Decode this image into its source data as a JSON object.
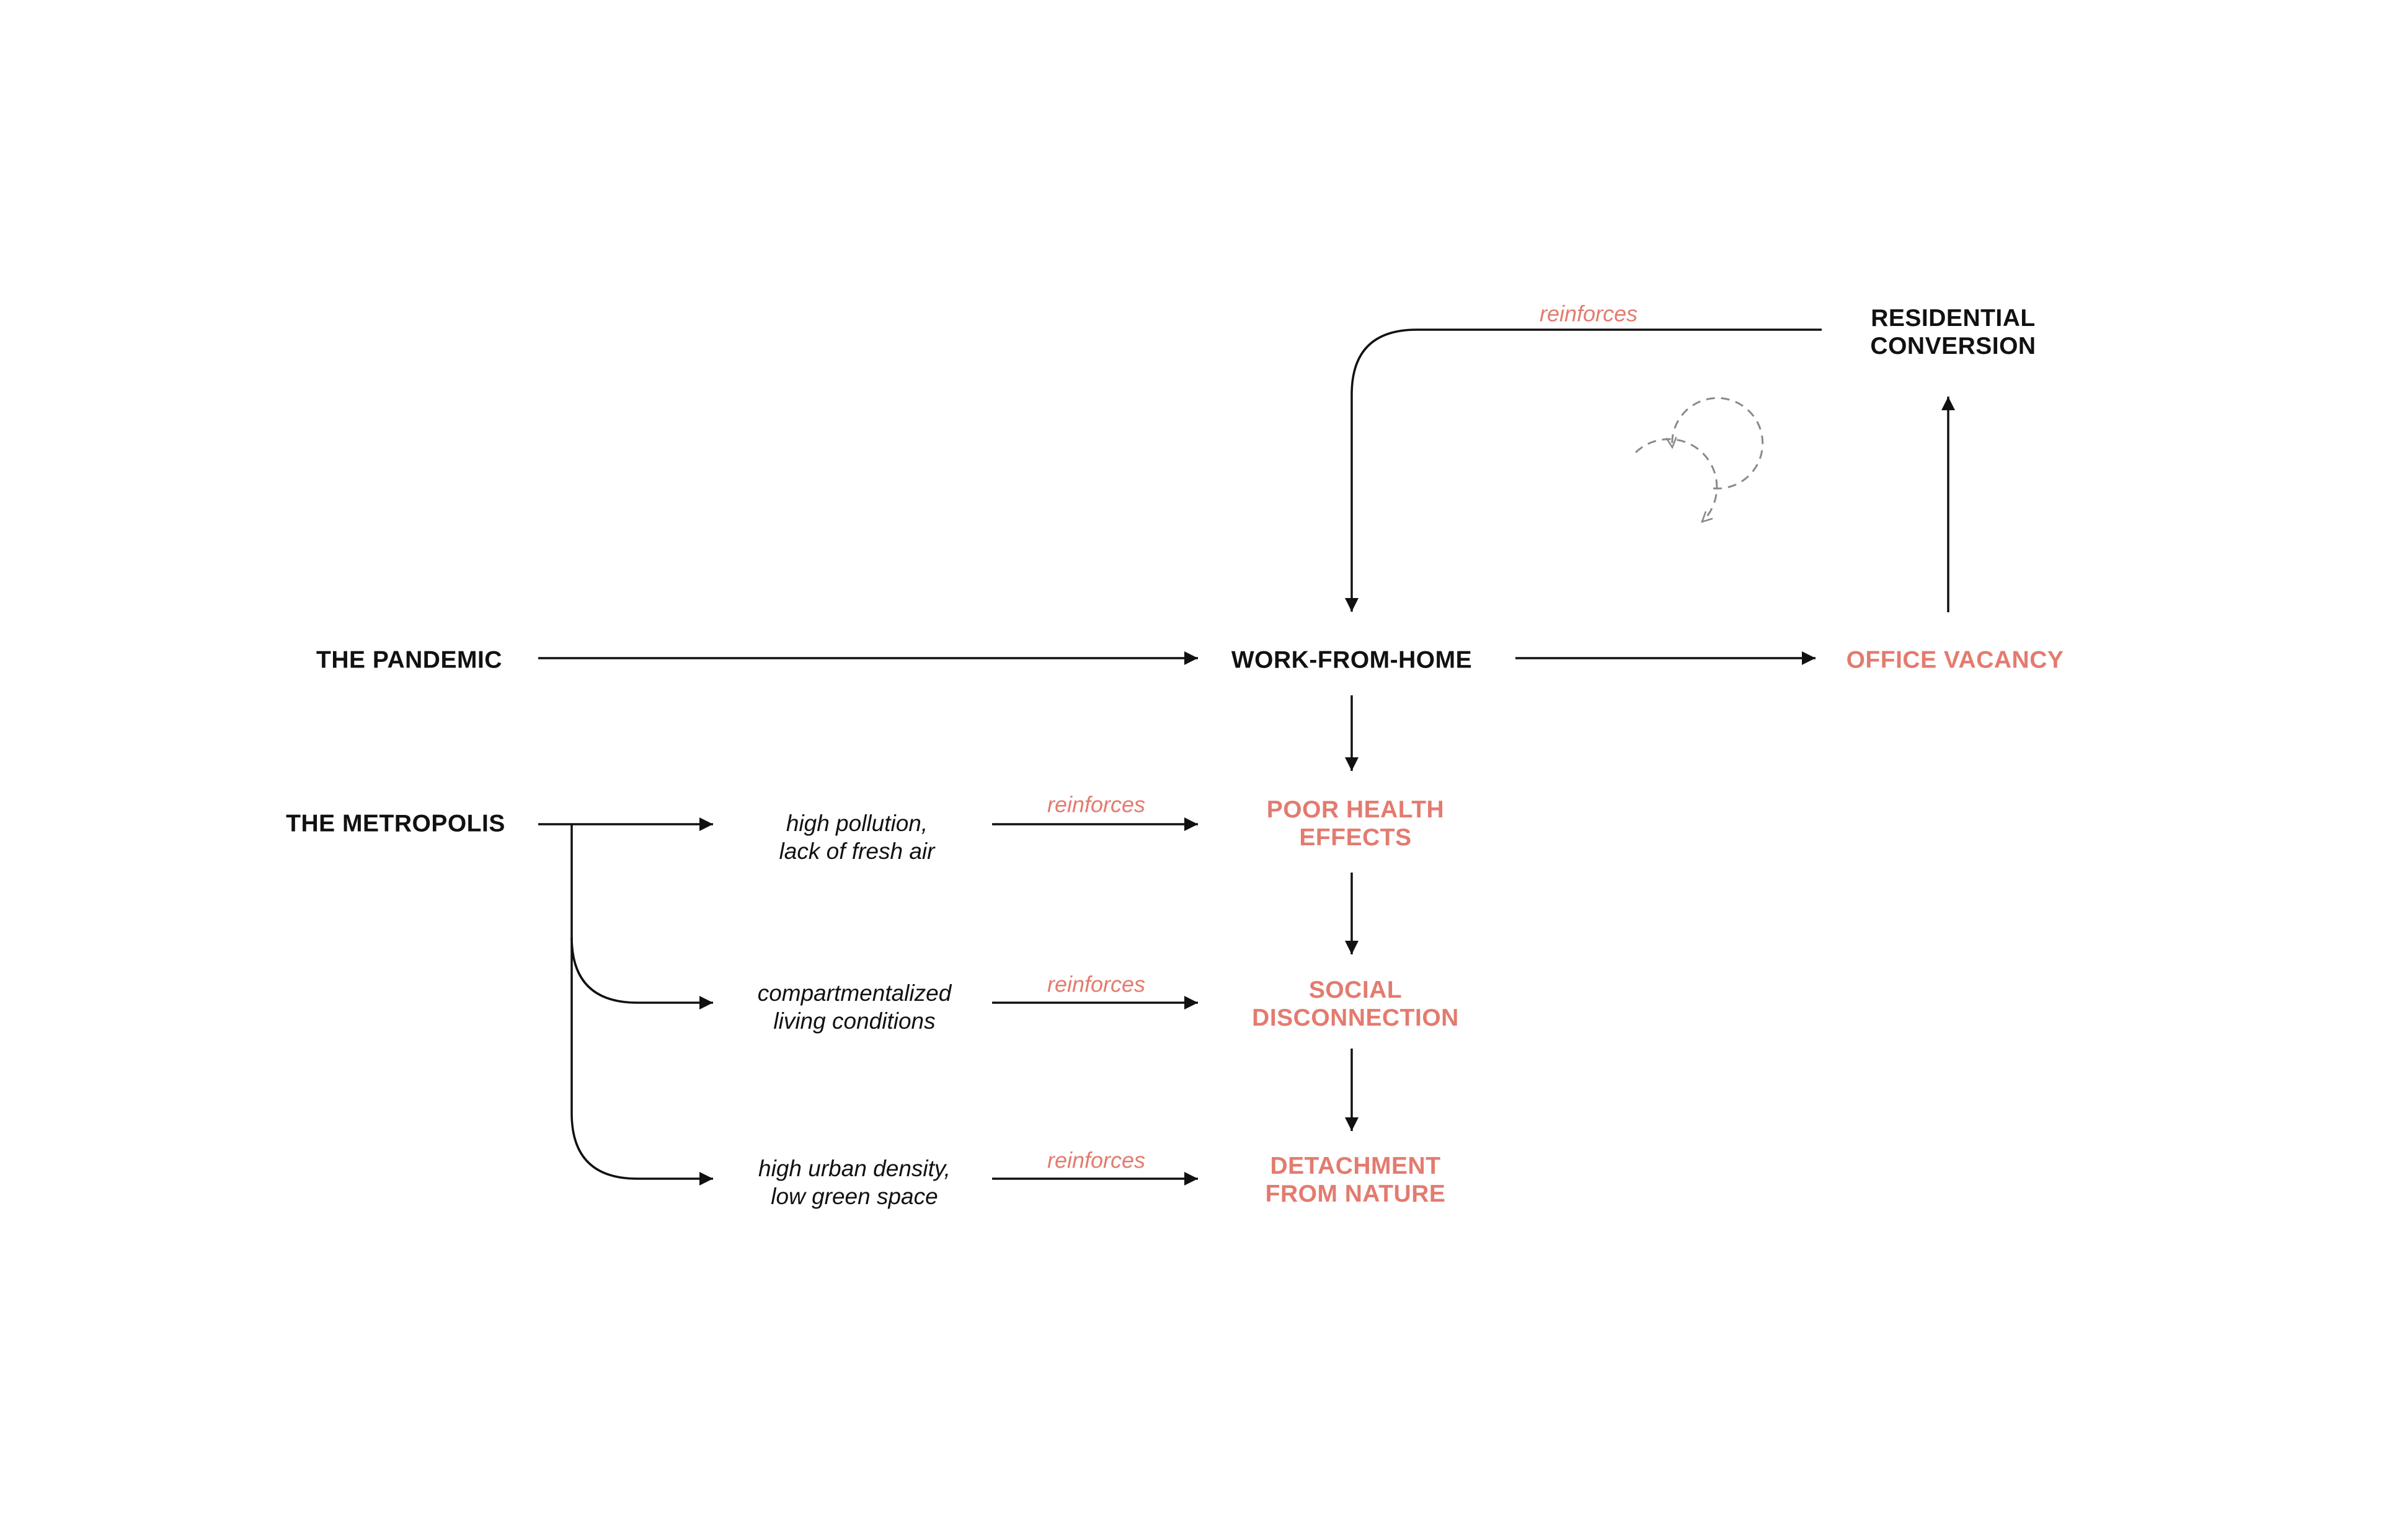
{
  "colors": {
    "ink": "#111111",
    "accent": "#e37b6f",
    "loop": "#8a8a8a"
  },
  "nodes": {
    "pandemic": [
      "THE PANDEMIC"
    ],
    "metropolis": [
      "THE METROPOLIS"
    ],
    "wfh": [
      "WORK-FROM-HOME"
    ],
    "office_vacancy": [
      "OFFICE VACANCY"
    ],
    "residential_conversion": [
      "RESIDENTIAL",
      "CONVERSION"
    ],
    "poor_health": [
      "POOR HEALTH",
      "EFFECTS"
    ],
    "social_disconnection": [
      "SOCIAL",
      "DISCONNECTION"
    ],
    "detachment": [
      "DETACHMENT",
      "FROM NATURE"
    ]
  },
  "causes": {
    "pollution": [
      "high pollution,",
      "lack of fresh air"
    ],
    "living": [
      "compartmentalized",
      "living conditions"
    ],
    "density": [
      "high urban density,",
      "low green space"
    ]
  },
  "reinforces": {
    "top": "reinforces",
    "health": "reinforces",
    "social": "reinforces",
    "nature": "reinforces"
  },
  "icons": {
    "loop": "reinforcing-loop-icon"
  }
}
